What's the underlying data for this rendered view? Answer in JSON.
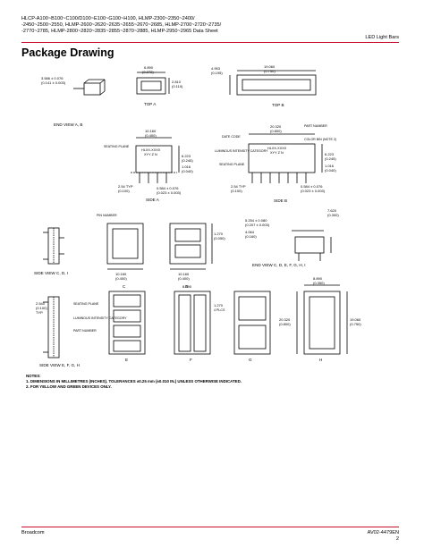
{
  "header": {
    "title_lines": [
      "HLCP-A100~B100~C100/D100~E100~G100~H100, HLMP-2300~2350~2400/",
      "-2450~2500~2550, HLMP-2600~2620~2635~2655~2670~2685, HLMP-2700~2720~2735/",
      "-2770~2785, HLMP-2800~2820~2835~2855~2870~2885, HLMP-2950~2965 Data Sheet"
    ],
    "category": "LED Light Bars"
  },
  "section_title": "Package Drawing",
  "labels": {
    "top_a": "TOP A",
    "top_b": "TOP B",
    "end_view_ab": "END VIEW A, B",
    "side_a": "SIDE A",
    "side_b": "SIDE B",
    "side_view_cdi": "SIDE VIEW C, D, I",
    "end_view_cdefghi": "END VIEW C, D, E, F, G, H, I",
    "side_view_efgh": "SIDE VIEW E, F, G, H",
    "c": "C",
    "d": "D",
    "e": "E",
    "f": "F",
    "g": "G",
    "h": "H",
    "seating_plane": "SEATING PLANE",
    "date_code": "DATE CODE",
    "luminous_intensity": "LUMINOUS INTENSITY CATEGORY",
    "part_number": "PART NUMBER",
    "color_bin": "COLOR BIN (NOTE 2)",
    "part_no_text": "HLXX-XXXX",
    "date_text": "XYY Z N",
    "pin_number": "PIN NUMBER",
    "four_places": "4 PLCS"
  },
  "dims": {
    "d1": "3.586 ± 0.076",
    "d1b": "(0.141 ± 0.003)",
    "d2": "6.890",
    "d2b": "(0.272)",
    "d3": "2.810",
    "d3b": "(0.110)",
    "d4": "4.953",
    "d4b": "(0.195)",
    "d5": "19.060",
    "d5b": "(0.750)",
    "d6": "10.160",
    "d6b": "(0.400)",
    "d7": "20.320",
    "d7b": "(0.800)",
    "d8": "6.223",
    "d8b": "(0.245)",
    "d9": "1.016",
    "d9b": "(0.040)",
    "d10": "2.54 TYP",
    "d10b": "(0.100)",
    "d11": "0.584 ± 0.076",
    "d11b": "(0.023 ± 0.003)",
    "d12": "5.254 ± 0.080",
    "d12b": "(0.207 ± 0.003)",
    "d13": "4.064",
    "d13b": "(0.160)",
    "d14": "7.620",
    "d14b": "(0.300)",
    "d15": "1.270",
    "d15b": "(0.050)",
    "d16": "8.890",
    "d16b": "(0.350)",
    "d17": "2.540",
    "d17b": "(0.100)",
    "d17c": "TYP."
  },
  "notes": {
    "heading": "NOTES:",
    "n1": "1. DIMENSIONS IN MILLIMETRES (INCHES). TOLERANCES ±0.25 mm (±0.010 IN.) UNLESS OTHERWISE INDICATED.",
    "n2": "2. FOR YELLOW AND GREEN DEVICES ONLY."
  },
  "footer": {
    "company": "Broadcom",
    "doc_id": "AV02-4479EN",
    "page": "2"
  },
  "colors": {
    "rule": "#c8102e"
  }
}
